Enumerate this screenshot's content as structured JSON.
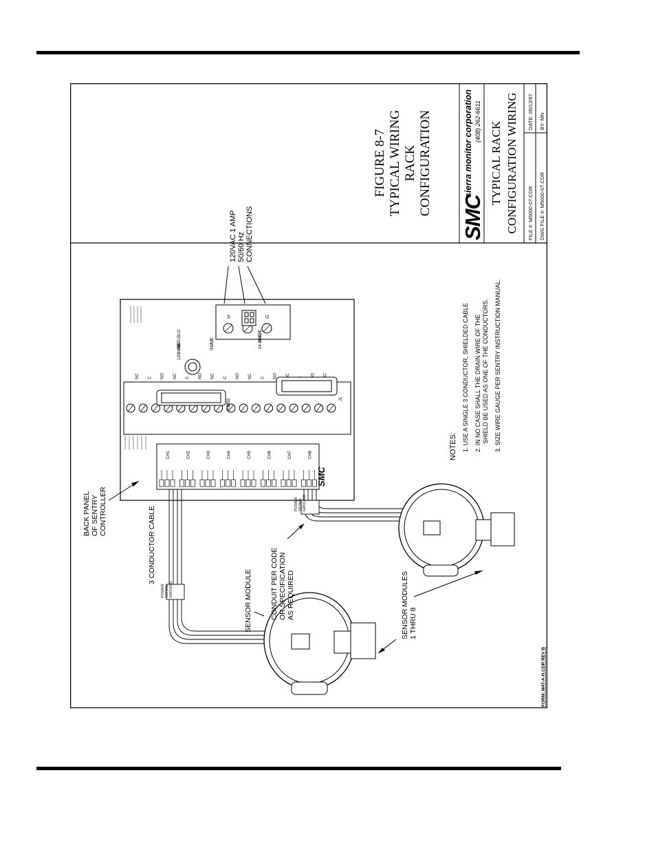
{
  "figure": {
    "number": "FIGURE 8-7",
    "title_lines": [
      "TYPICAL WIRING",
      "RACK",
      "CONFIGURATION"
    ]
  },
  "title_block": {
    "logo_text": "SMC",
    "company": "sierra monitor corporation",
    "phone": "(408) 262-6611",
    "drawing_title_lines": [
      "TYPICAL RACK",
      "CONFIGURATION WIRING"
    ],
    "file": "FILE #: M5000-07.CDR",
    "dwg_file": "DWG FILE #: M5000-07.CDR",
    "date": "DATE: 05/12/97",
    "by": "BY: MN"
  },
  "labels": {
    "back_panel": [
      "BACK PANEL",
      "OF SENTRY",
      "CONTROLLER"
    ],
    "power_connections": [
      "120VAC 1 AMP",
      "50/60 Hz",
      "CONNECTIONS"
    ],
    "cable": "3 CONDUCTOR CABLE",
    "cable_wires": [
      "POWER",
      "SIGNAL",
      "GROUND"
    ],
    "sensor_module": "SENSOR MODULE",
    "conduit": [
      "CONDUIT PER CODE",
      "OR SPECIFICATION",
      "AS REQUIRED"
    ],
    "sensor_modules": [
      "SENSOR MODULES",
      "1 THRU 8"
    ]
  },
  "panel": {
    "fuse": [
      "120 VAC",
      "1 AMP",
      "SLO-BLO"
    ],
    "ac_input": [
      "A.C.",
      "INPUT"
    ],
    "rs232": [
      "RS232",
      "J2"
    ],
    "dc_input": [
      "D.C.",
      "INPUT",
      "24-28V"
    ],
    "j1": "J1",
    "power_terminals": [
      "H",
      "N",
      "G"
    ],
    "relay_terminals": [
      "NC",
      "C",
      "NO",
      "NC",
      "C",
      "NO",
      "NC",
      "C",
      "NO",
      "NC",
      "C",
      "NO",
      "NC",
      "C",
      "NO",
      "NC"
    ],
    "sensor_inputs": [
      "CH1",
      "CH2",
      "CH3",
      "CH4",
      "CH5",
      "CH6",
      "CH7",
      "CH8"
    ]
  },
  "notes": {
    "heading": "NOTES:",
    "items": [
      "1.  USE A SINGLE 3 CONDUCTOR, SHIELDED CABLE",
      "2.  IN NO CASE SHALL THE DRAIN WIRE OF THE",
      "     SHIELD BE USED AS ONE OF THE CONDUCTORS.",
      "3.  SIZE WIRE GAUGE PER SENTRY INSTRUCTION MANUAL."
    ]
  },
  "form_number": "FORM: M4T-A-H.CDR   REV B"
}
